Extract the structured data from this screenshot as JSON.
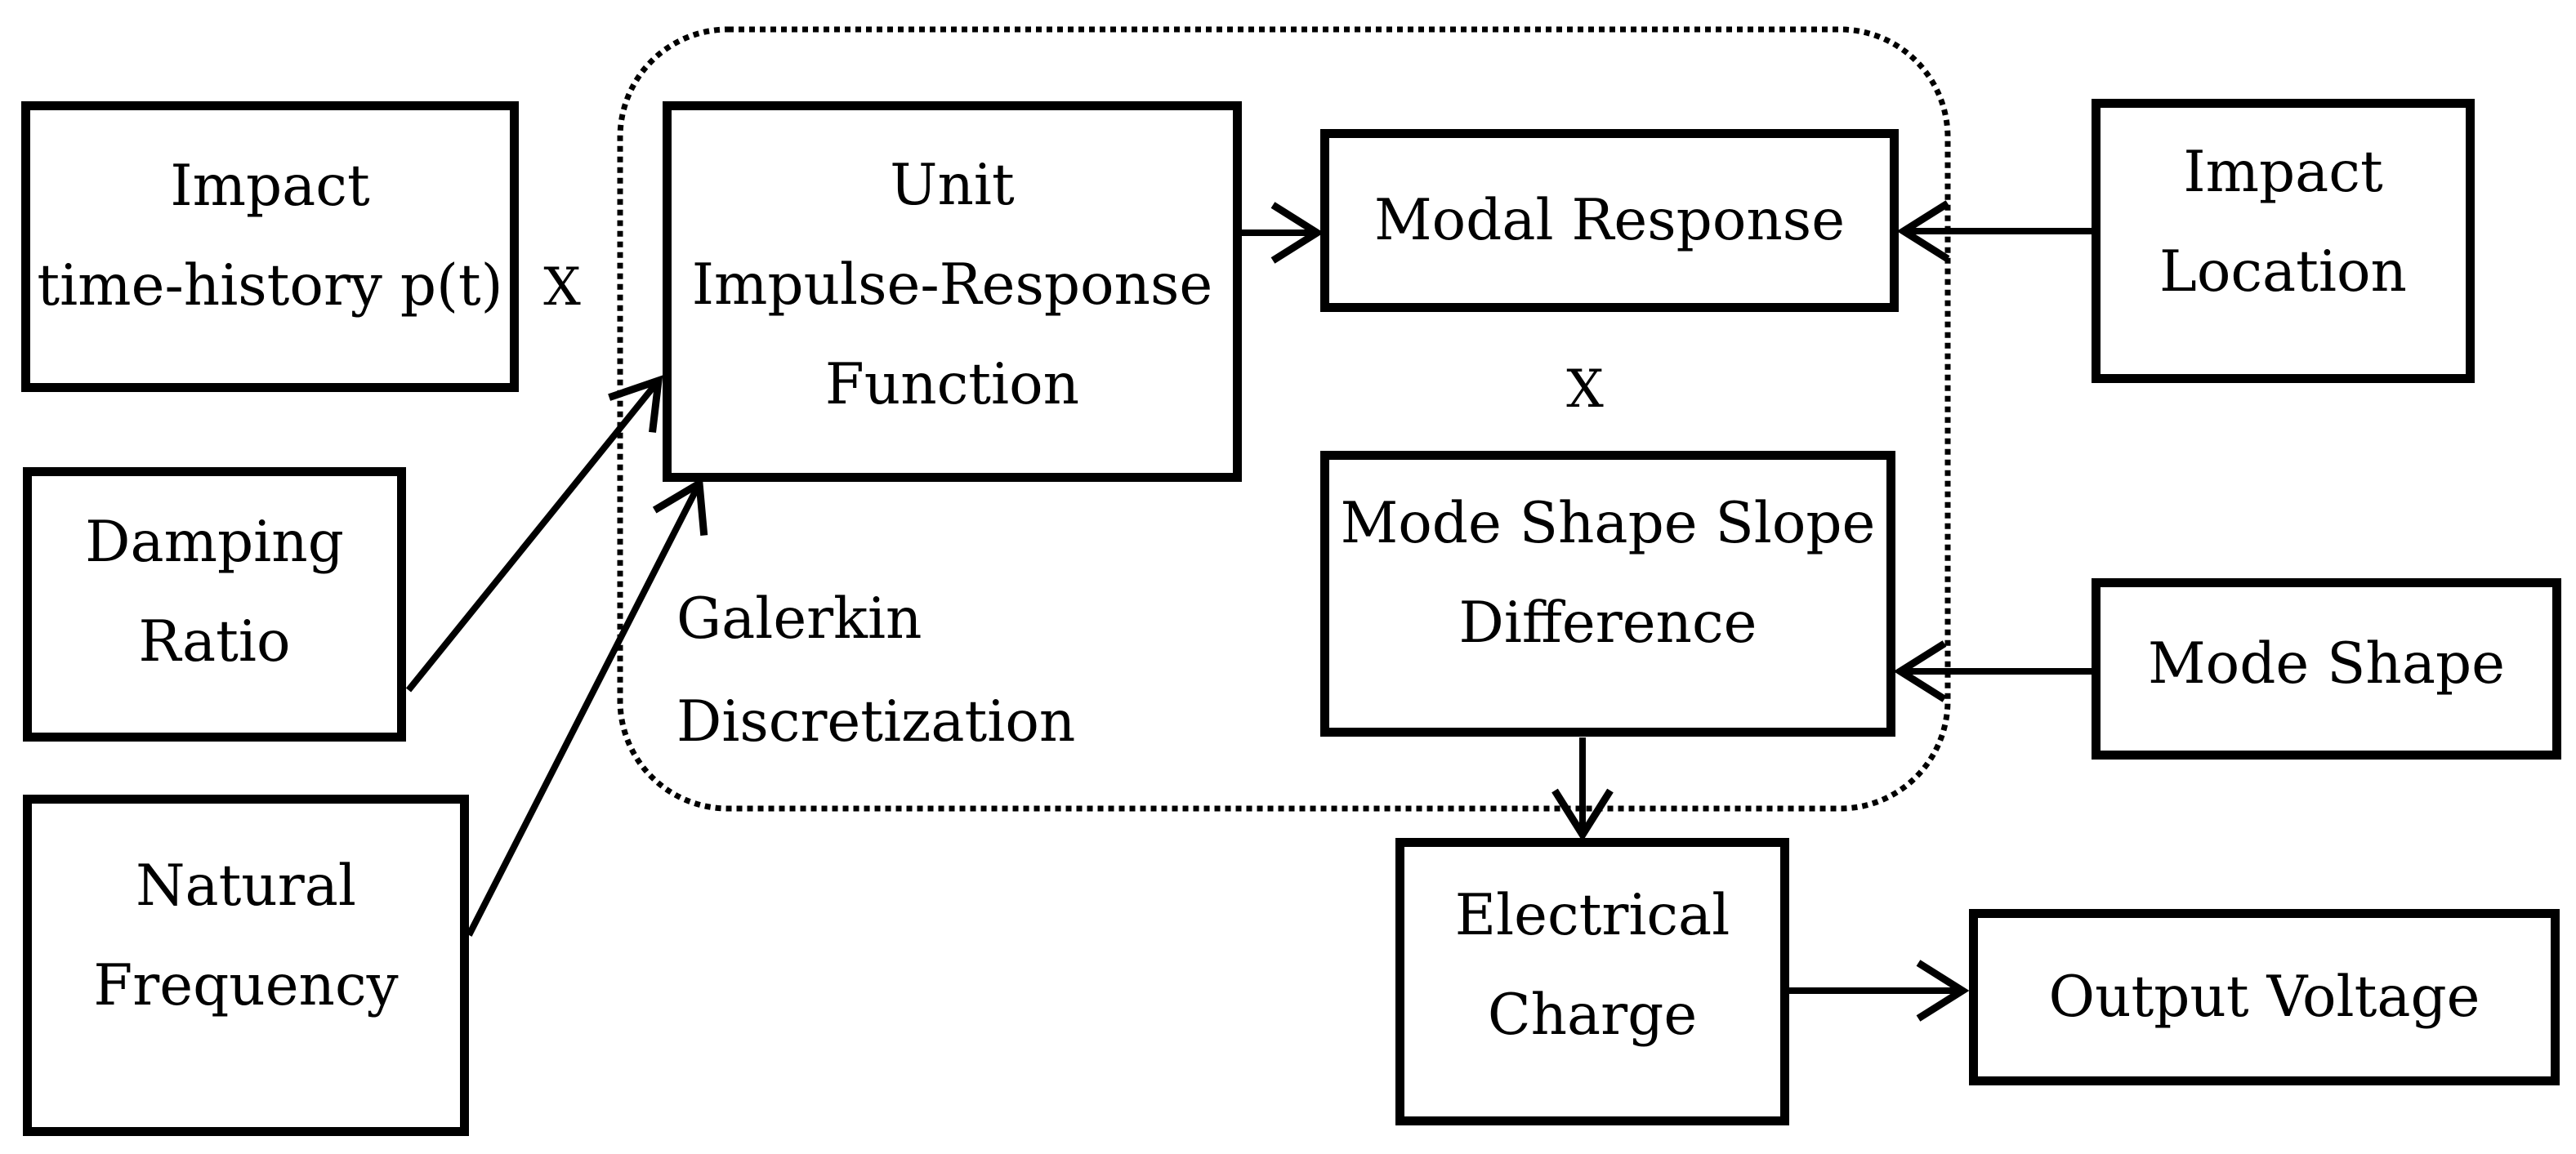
{
  "figure": {
    "background_color": "#ffffff",
    "line_color": "#000000"
  },
  "nodes": [
    {
      "id": "impact-time-history",
      "lines": [
        "Impact",
        "time-history p(t)"
      ]
    },
    {
      "id": "damping-ratio",
      "lines": [
        "Damping",
        "Ratio"
      ]
    },
    {
      "id": "natural-frequency",
      "lines": [
        "Natural",
        "Frequency"
      ]
    },
    {
      "id": "unit-impulse-response-function",
      "lines": [
        "Unit",
        "Impulse-Response",
        "Function"
      ]
    },
    {
      "id": "modal-response",
      "lines": [
        "Modal Response"
      ]
    },
    {
      "id": "mode-shape-slope-difference",
      "lines": [
        "Mode Shape Slope",
        "Difference"
      ]
    },
    {
      "id": "impact-location",
      "lines": [
        "Impact",
        "Location"
      ]
    },
    {
      "id": "mode-shape",
      "lines": [
        "Mode Shape"
      ]
    },
    {
      "id": "electrical-charge",
      "lines": [
        "Electrical",
        "Charge"
      ]
    },
    {
      "id": "output-voltage",
      "lines": [
        "Output Voltage"
      ]
    }
  ],
  "annotations": {
    "multiply_sign_left": "X",
    "multiply_sign_right": "X",
    "group_label_lines": [
      "Galerkin",
      "Discretization"
    ]
  },
  "group": {
    "label": "Galerkin Discretization",
    "style": "dotted-rounded-rectangle",
    "contains": [
      "unit-impulse-response-function",
      "modal-response",
      "mode-shape-slope-difference"
    ]
  },
  "edges": [
    {
      "from": "unit-impulse-response-function",
      "to": "modal-response"
    },
    {
      "from": "impact-location",
      "to": "modal-response"
    },
    {
      "from": "mode-shape",
      "to": "mode-shape-slope-difference"
    },
    {
      "from": "mode-shape-slope-difference",
      "to": "electrical-charge"
    },
    {
      "from": "electrical-charge",
      "to": "output-voltage"
    },
    {
      "from": "damping-ratio",
      "to": "unit-impulse-response-function"
    },
    {
      "from": "natural-frequency",
      "to": "unit-impulse-response-function"
    }
  ]
}
